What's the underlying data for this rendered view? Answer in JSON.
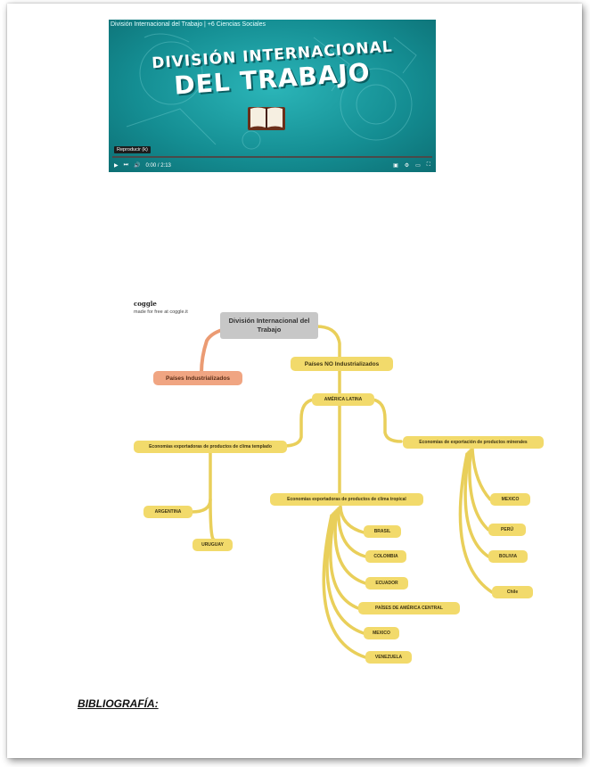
{
  "video": {
    "title": "División Internacional del Trabajo | +6 Ciencias Sociales",
    "headline_line1": "DIVISIÓN INTERNACIONAL",
    "headline_line2": "DEL TRABAJO",
    "chapter_chip": "Reproducir (k)",
    "time": "0:00 / 2:13",
    "progress": 0.0,
    "accent_color": "#148d92",
    "icons": [
      "play-icon",
      "next-icon",
      "volume-icon",
      "subtitles-icon",
      "settings-icon",
      "cast-icon",
      "fullscreen-icon",
      "book-icon"
    ]
  },
  "mindmap": {
    "logo": "coggle",
    "tagline": "made for free at coggle.it",
    "root": "División Internacional del Trabajo",
    "industrialized": "Países Industrializados",
    "non_industrialized": "Países NO Industrializados",
    "region": "AMÉRICA LATINA",
    "temperate": "Economías exportadoras de productos de clima templado",
    "tropical": "Economías exportadoras de productos de clima tropical",
    "mineral": "Economías de exportación de productos minerales",
    "temperate_countries": [
      "ARGENTINA",
      "URUGUAY"
    ],
    "tropical_countries": [
      "BRASIL",
      "COLOMBIA",
      "ECUADOR",
      "PAÍSES DE AMÉRICA CENTRAL",
      "MEXICO",
      "VENEZUELA"
    ],
    "mineral_countries": [
      "MEXICO",
      "PERÚ",
      "BOLIVIA",
      "Chile"
    ],
    "colors": {
      "branch": "#e9cf5a",
      "node": "#f2da6b",
      "root": "#c7c7c7",
      "orange": "#f0a582",
      "orange_branch": "#eb9b73"
    }
  },
  "bibliography_label": "BIBLIOGRAFÍA:"
}
